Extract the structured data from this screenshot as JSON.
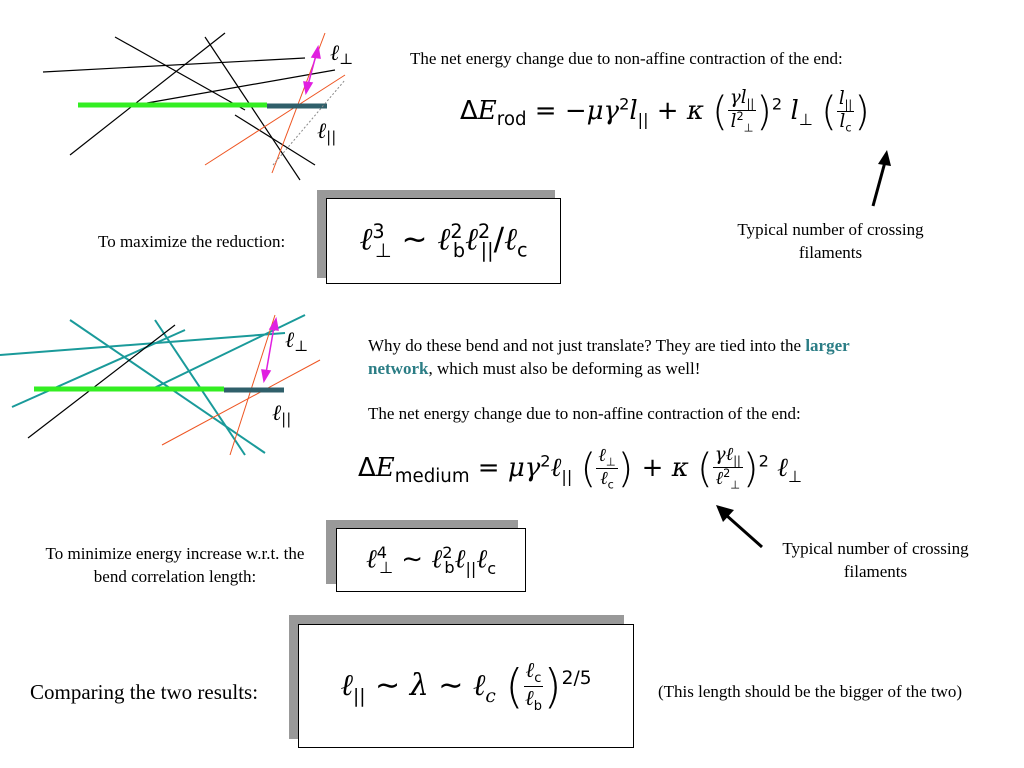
{
  "top": {
    "heading": "The net energy change due to non-affine contraction of the end:",
    "crossing_note": "Typical number of crossing filaments",
    "maximize_label": "To maximize the reduction:"
  },
  "middle": {
    "question_part1": "Why do these bend and not just translate?  They are tied into the ",
    "question_link": "larger network",
    "question_part2": ", which must also be deforming as well!",
    "heading": "The net energy change due to non-affine contraction of the end:",
    "crossing_note": "Typical number of crossing filaments",
    "minimize_label": "To minimize energy increase w.r.t. the bend correlation length:"
  },
  "bottom": {
    "compare_label": "Comparing the two results:",
    "note": "(This length should be the bigger of the two)"
  },
  "colors": {
    "green_filament": "#33ee22",
    "dark_segment": "#2f5f6a",
    "magenta_arrow": "#e020e0",
    "orange_line": "#ee5522",
    "teal_filament": "#1a9a9a"
  }
}
